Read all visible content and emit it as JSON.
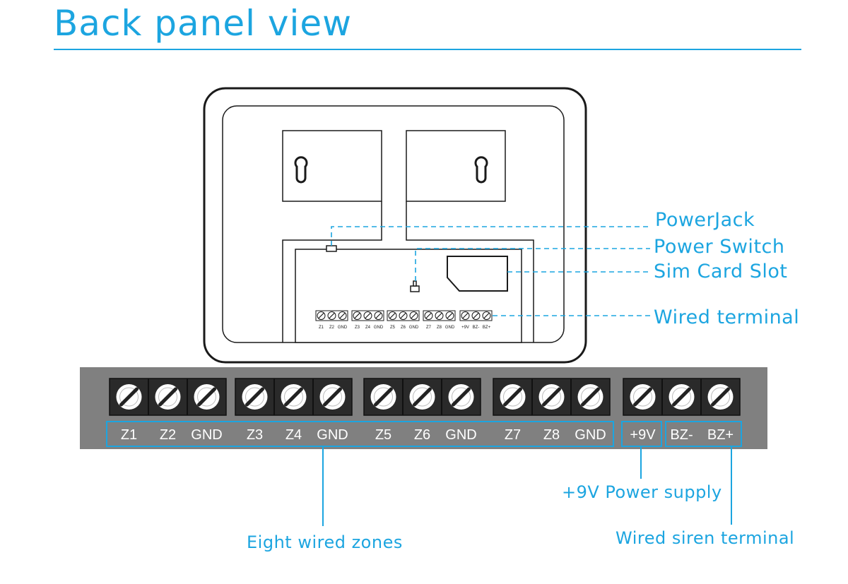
{
  "title": "Back panel view",
  "callouts": {
    "power_jack": "PowerJack",
    "power_switch": "Power Switch",
    "sim_card_slot": "Sim Card Slot",
    "wired_terminal": "Wired terminal",
    "power_supply": "+9V Power supply",
    "wired_zones": "Eight wired zones",
    "siren_terminal": "Wired siren terminal"
  },
  "terminal_groups": [
    {
      "labels": [
        "Z1",
        "Z2",
        "GND"
      ]
    },
    {
      "labels": [
        "Z3",
        "Z4",
        "GND"
      ]
    },
    {
      "labels": [
        "Z5",
        "Z6",
        "GND"
      ]
    },
    {
      "labels": [
        "Z7",
        "Z8",
        "GND"
      ]
    },
    {
      "labels": [
        "+9V",
        "BZ-",
        "BZ+"
      ]
    }
  ],
  "colors": {
    "accent": "#1ca5e0",
    "strip": "#808080",
    "screw_block": "#2a2a2a",
    "outline": "#1a1a1a"
  }
}
